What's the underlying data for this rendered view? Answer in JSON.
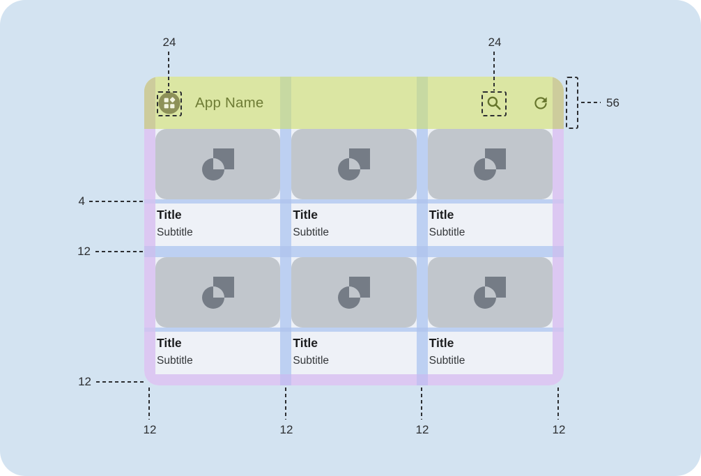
{
  "colors": {
    "page_bg": "#d3e3f1",
    "mockup_bg": "#eef1f7",
    "appbar_green": "#dbe6a3",
    "gutter_green": "#c7d9a2",
    "margin_olive": "#cdcc9c",
    "margin_purple": "#dcc8f2",
    "margin_blend": "#d0c5f1",
    "margin_blend2": "#c9c2ef",
    "gutter_blue": "#bdd0f2",
    "gutter_dark": "#b2c6ee",
    "gutter_violet": "#c6c0f1",
    "card_image_bg": "#c1c6cc",
    "card_icon": "#757c86",
    "appbar_icon_olive": "#66752c",
    "appbar_text_olive": "#6e7c35",
    "avatar_circle": "#8d9158",
    "avatar_glyph": "#f2f4e0",
    "title_text": "#1b1c1e",
    "subtitle_text": "#333639",
    "annotation": "#2c2e31"
  },
  "appbar": {
    "app_name": "App Name",
    "leading_icon": "dashboard-icon",
    "action_icons": [
      "search-icon",
      "refresh-icon"
    ]
  },
  "cards": [
    {
      "title": "Title",
      "subtitle": "Subtitle"
    },
    {
      "title": "Title",
      "subtitle": "Subtitle"
    },
    {
      "title": "Title",
      "subtitle": "Subtitle"
    },
    {
      "title": "Title",
      "subtitle": "Subtitle"
    },
    {
      "title": "Title",
      "subtitle": "Subtitle"
    },
    {
      "title": "Title",
      "subtitle": "Subtitle"
    }
  ],
  "annotations": {
    "leading_icon_size": "24",
    "action_icon_size": "24",
    "appbar_height": "56",
    "image_text_gap": "4",
    "row_gap": "12",
    "bottom_margin": "12",
    "column_measurements": [
      "12",
      "12",
      "12",
      "12"
    ]
  }
}
